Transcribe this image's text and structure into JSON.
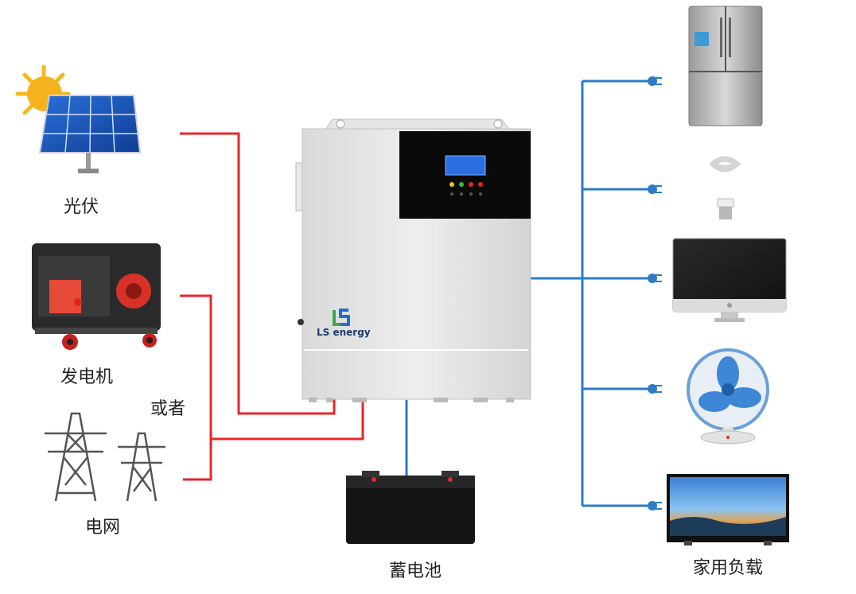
{
  "labels": {
    "solar": "光伏",
    "generator": "发电机",
    "or": "或者",
    "grid": "电网",
    "battery": "蓄电池",
    "loads": "家用负载"
  },
  "inverter": {
    "brand": "LS energy",
    "led_colors": [
      "#f2c21a",
      "#2fbf3a",
      "#d62a2a",
      "#d62a2a"
    ]
  },
  "colors": {
    "input_line": "#e8262a",
    "output_line": "#2b7bc6",
    "battery_line": "#2b7bc6"
  },
  "icons": [
    "sun-icon",
    "solar-panel-icon",
    "generator-icon",
    "grid-tower-icon",
    "inverter-icon",
    "battery-icon",
    "fridge-icon",
    "bulb-icon",
    "monitor-icon",
    "fan-icon",
    "tv-icon",
    "plug-icon"
  ]
}
